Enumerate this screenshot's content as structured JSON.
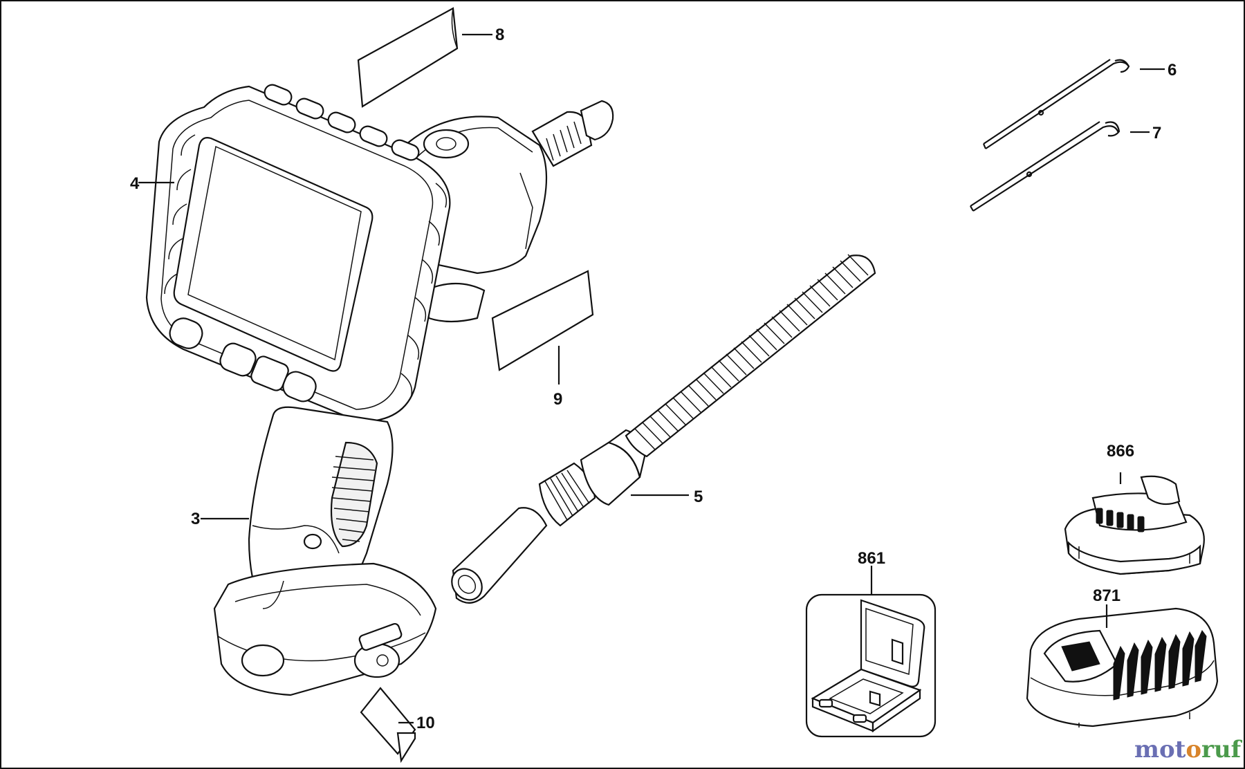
{
  "diagram": {
    "callouts": {
      "p3": "3",
      "p4": "4",
      "p5": "5",
      "p6": "6",
      "p7": "7",
      "p8": "8",
      "p9": "9",
      "p10": "10",
      "p861": "861",
      "p866": "866",
      "p871": "871"
    }
  },
  "watermark": {
    "part1": "mot",
    "part2": "o",
    "part3": "ruf"
  },
  "colors": {
    "line": "#111111",
    "background": "#ffffff",
    "watermark_blue": "#6a6fb3",
    "watermark_orange": "#d8842b",
    "watermark_green": "#4b9a4b"
  }
}
